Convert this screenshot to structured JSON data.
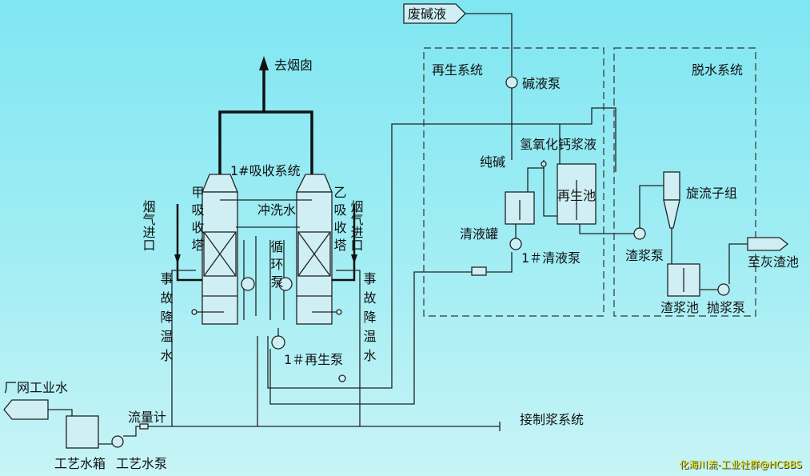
{
  "labels": {
    "waste_alkali": "废碱液",
    "to_chimney": "去烟囱",
    "regen_system": "再生系统",
    "dewater_system": "脱水系统",
    "alkali_pump": "碱液泵",
    "caoh_slurry": "氢氧化钙浆液",
    "soda": "纯碱",
    "regen_tank": "再生池",
    "clear_tank": "清液罐",
    "clear_pump": "1＃清液泵",
    "cyclone": "旋流子组",
    "slag_pump": "渣浆泵",
    "to_ash_pond": "至灰渣池",
    "slag_tank": "渣浆池",
    "throw_pump": "抛浆泵",
    "absorb_system": "1#吸收系统",
    "flue_gas_in_left": "烟气进口",
    "flue_gas_in_right": "烟气进口",
    "tower_a": "甲吸收塔",
    "tower_b": "乙吸收塔",
    "flush_water": "冲洗水",
    "circ_pump": "循环泵",
    "emergency_water_left": "事故降温水",
    "emergency_water_right": "事故降温水",
    "regen_pump": "1＃再生泵",
    "to_slurry_system": "接制浆系统",
    "plant_water": "厂网工业水",
    "flow_meter": "流量计",
    "process_tank": "工艺水箱",
    "process_pump": "工艺水泵"
  },
  "watermark": "化海川流-工业社群@HCBBS"
}
